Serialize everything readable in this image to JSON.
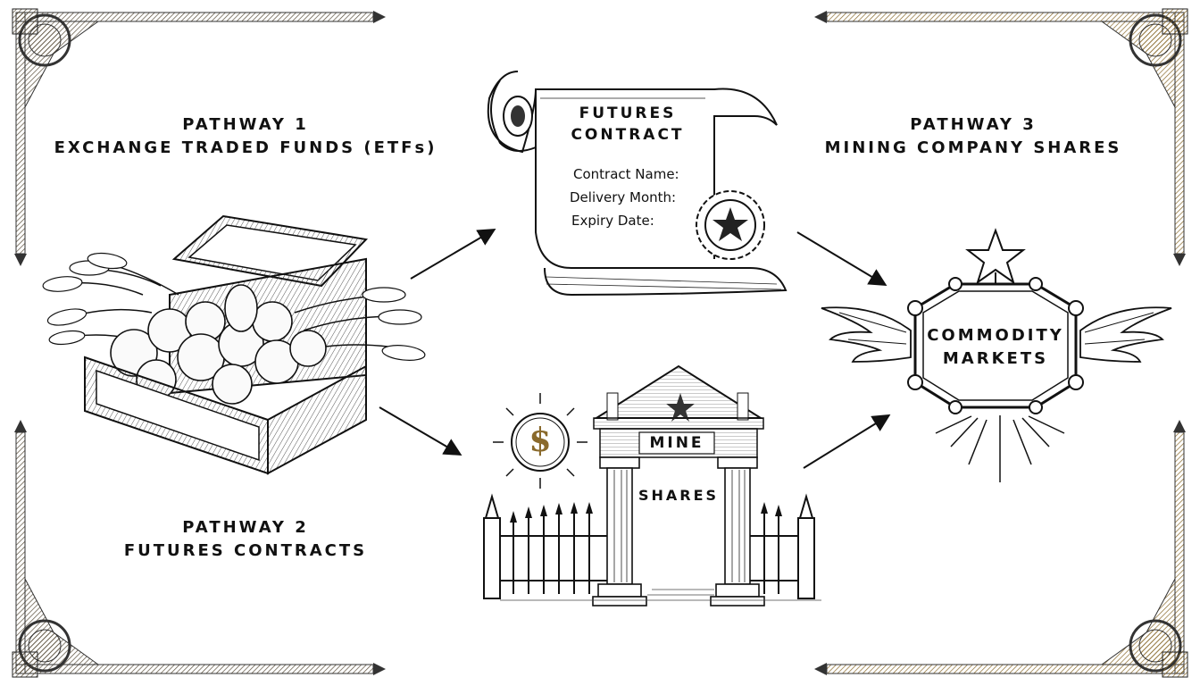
{
  "pathways": {
    "p1": {
      "line1": "PATHWAY 1",
      "line2": "EXCHANGE TRADED FUNDS (ETFs)"
    },
    "p2": {
      "line1": "PATHWAY 2",
      "line2": "FUTURES CONTRACTS"
    },
    "p3": {
      "line1": "PATHWAY 3",
      "line2": "MINING COMPANY SHARES"
    }
  },
  "scroll": {
    "title1": "FUTURES",
    "title2": "CONTRACT",
    "fields": [
      "Contract Name:",
      "Delivery Month:",
      "Expiry Date:"
    ]
  },
  "gate": {
    "sign": "MINE",
    "sub": "SHARES",
    "coin": "$"
  },
  "badge": {
    "line1": "COMMODITY",
    "line2": "MARKETS"
  },
  "colors": {
    "ink": "#111111",
    "gold": "#8a6a2c",
    "border": "#5a4e3a"
  }
}
